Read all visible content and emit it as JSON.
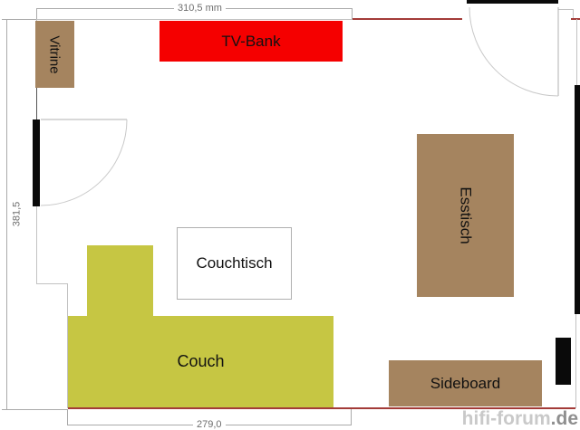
{
  "dimensions": {
    "top_width": "310,5 mm",
    "left_height": "381,5",
    "bottom_width": "279,0"
  },
  "furniture": {
    "vitrine": {
      "label": "Vitrine",
      "color": "#a5845f"
    },
    "tv_bank": {
      "label": "TV-Bank",
      "color": "#f50000"
    },
    "esstisch": {
      "label": "Esstisch",
      "color": "#a5845f"
    },
    "couchtisch": {
      "label": "Couchtisch",
      "color": "#ffffff"
    },
    "couch": {
      "label": "Couch",
      "color": "#c6c643"
    },
    "sideboard": {
      "label": "Sideboard",
      "color": "#a5845f"
    }
  },
  "watermark": {
    "site": "hifi-forum",
    "tld": ".de"
  },
  "colors": {
    "wall_gray": "#c2c2c2",
    "wall_red": "#a33b38",
    "wall_black": "#0a0a0a",
    "dimension_line": "#aaaaaa",
    "dimension_text": "#6e6e6e",
    "door_arc": "#c9c9c9",
    "door_leaf": "#b0b0b0"
  }
}
